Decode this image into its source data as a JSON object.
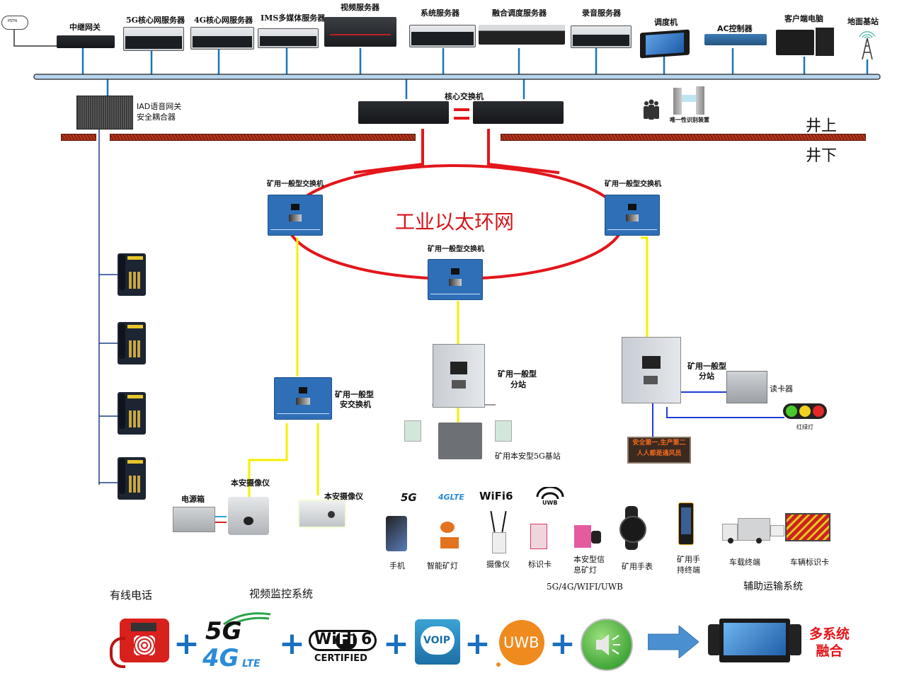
{
  "title": "矿井融合通信系统拓扑图",
  "surface": {
    "pstn": "PSTN",
    "devices": [
      {
        "id": "trunk_gateway",
        "label": "中继网关"
      },
      {
        "id": "core5g",
        "label": "5G核心网服务器"
      },
      {
        "id": "core4g",
        "label": "4G核心网服务器"
      },
      {
        "id": "ims",
        "label": "IMS多媒体服务器"
      },
      {
        "id": "video",
        "label": "视频服务器"
      },
      {
        "id": "system",
        "label": "系统服务器"
      },
      {
        "id": "dispatch_server",
        "label": "融合调度服务器"
      },
      {
        "id": "record",
        "label": "录音服务器"
      },
      {
        "id": "dispatcher",
        "label": "调度机"
      },
      {
        "id": "ac",
        "label": "AC控制器"
      },
      {
        "id": "client_pc",
        "label": "客户端电脑"
      },
      {
        "id": "ground_bs",
        "label": "地面基站"
      }
    ],
    "iad": {
      "line1": "IAD语音网关",
      "line2": "安全耦合器"
    },
    "core_switch": "核心交换机",
    "identity_device": "唯一性识别装置",
    "above_ground": "井上",
    "below_ground": "井下"
  },
  "underground": {
    "ring_title": "工业以太环网",
    "switch_label": "矿用一般型交换机",
    "safe_switch": {
      "line1": "矿用一般型",
      "line2": "安交换机"
    },
    "substation": {
      "line1": "矿用一般型",
      "line2": "分站"
    },
    "base_station_5g": "矿用本安型5G基站",
    "card_reader": "读卡器",
    "traffic_light": "红绿灯",
    "led_sign": {
      "line1": "安全第一,生产第二",
      "line2": "人人都是通风员"
    },
    "power_box": "电源箱",
    "camera": "本安摄像仪",
    "camera2": "本安摄像仪"
  },
  "terminals": {
    "tech_logos": [
      "5G",
      "4GLTE",
      "WiFi6",
      "UWB"
    ],
    "items": [
      {
        "label": "手机"
      },
      {
        "label": "智能矿灯"
      },
      {
        "label": "摄像仪"
      },
      {
        "label": "标识卡"
      },
      {
        "label": "本安型信\n息矿灯"
      },
      {
        "label": "矿用手表"
      },
      {
        "label": "矿用手\n持终端"
      }
    ],
    "group_label": "5G/4G/WIFI/UWB",
    "transport": {
      "vehicle_terminal": "车载终端",
      "vehicle_card": "车辆标识卡",
      "group_label": "辅助运输系统"
    }
  },
  "sections": {
    "wired_phone": "有线电话",
    "video_monitor": "视频监控系统"
  },
  "bottom": {
    "logos": {
      "g5": "5G",
      "g4": "4G",
      "lte": "LTE",
      "wifi_a": "Wi",
      "wifi_b": "Fi",
      "wifi_6": "6",
      "certified": "CERTIFIED",
      "voip": "VOIP",
      "uwb": "UWB"
    },
    "plus": "+",
    "result": {
      "line1": "多系统",
      "line2": "融合"
    }
  },
  "colors": {
    "bus": "#b7d4ee",
    "uplink": "#1a75b8",
    "ring": "#e3161b",
    "fiber": "#f4f000",
    "copper": "#1f3fd6",
    "boundary": "#b5331a"
  }
}
